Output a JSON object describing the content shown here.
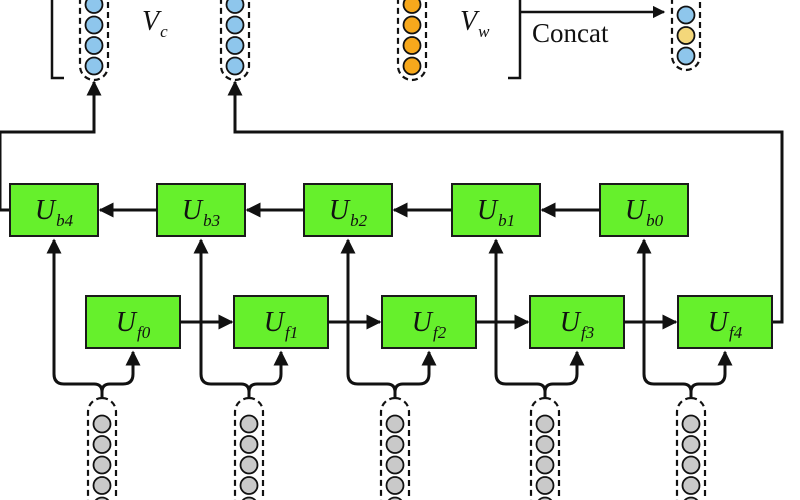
{
  "colors": {
    "box_fill": "#66f02c",
    "cell_blue": "#8ec6ec",
    "cell_orange": "#f7a81c",
    "cell_yellow": "#f4d77a",
    "cell_gray": "#c9c9c9",
    "line": "#111111"
  },
  "outputs": {
    "vc": {
      "main": "V",
      "sub": "c"
    },
    "vw": {
      "main": "V",
      "sub": "w"
    },
    "concat_label": "Concat"
  },
  "backward_units": [
    {
      "main": "U",
      "sub": "b4"
    },
    {
      "main": "U",
      "sub": "b3"
    },
    {
      "main": "U",
      "sub": "b2"
    },
    {
      "main": "U",
      "sub": "b1"
    },
    {
      "main": "U",
      "sub": "b0"
    }
  ],
  "forward_units": [
    {
      "main": "U",
      "sub": "f0"
    },
    {
      "main": "U",
      "sub": "f1"
    },
    {
      "main": "U",
      "sub": "f2"
    },
    {
      "main": "U",
      "sub": "f3"
    },
    {
      "main": "U",
      "sub": "f4"
    }
  ]
}
